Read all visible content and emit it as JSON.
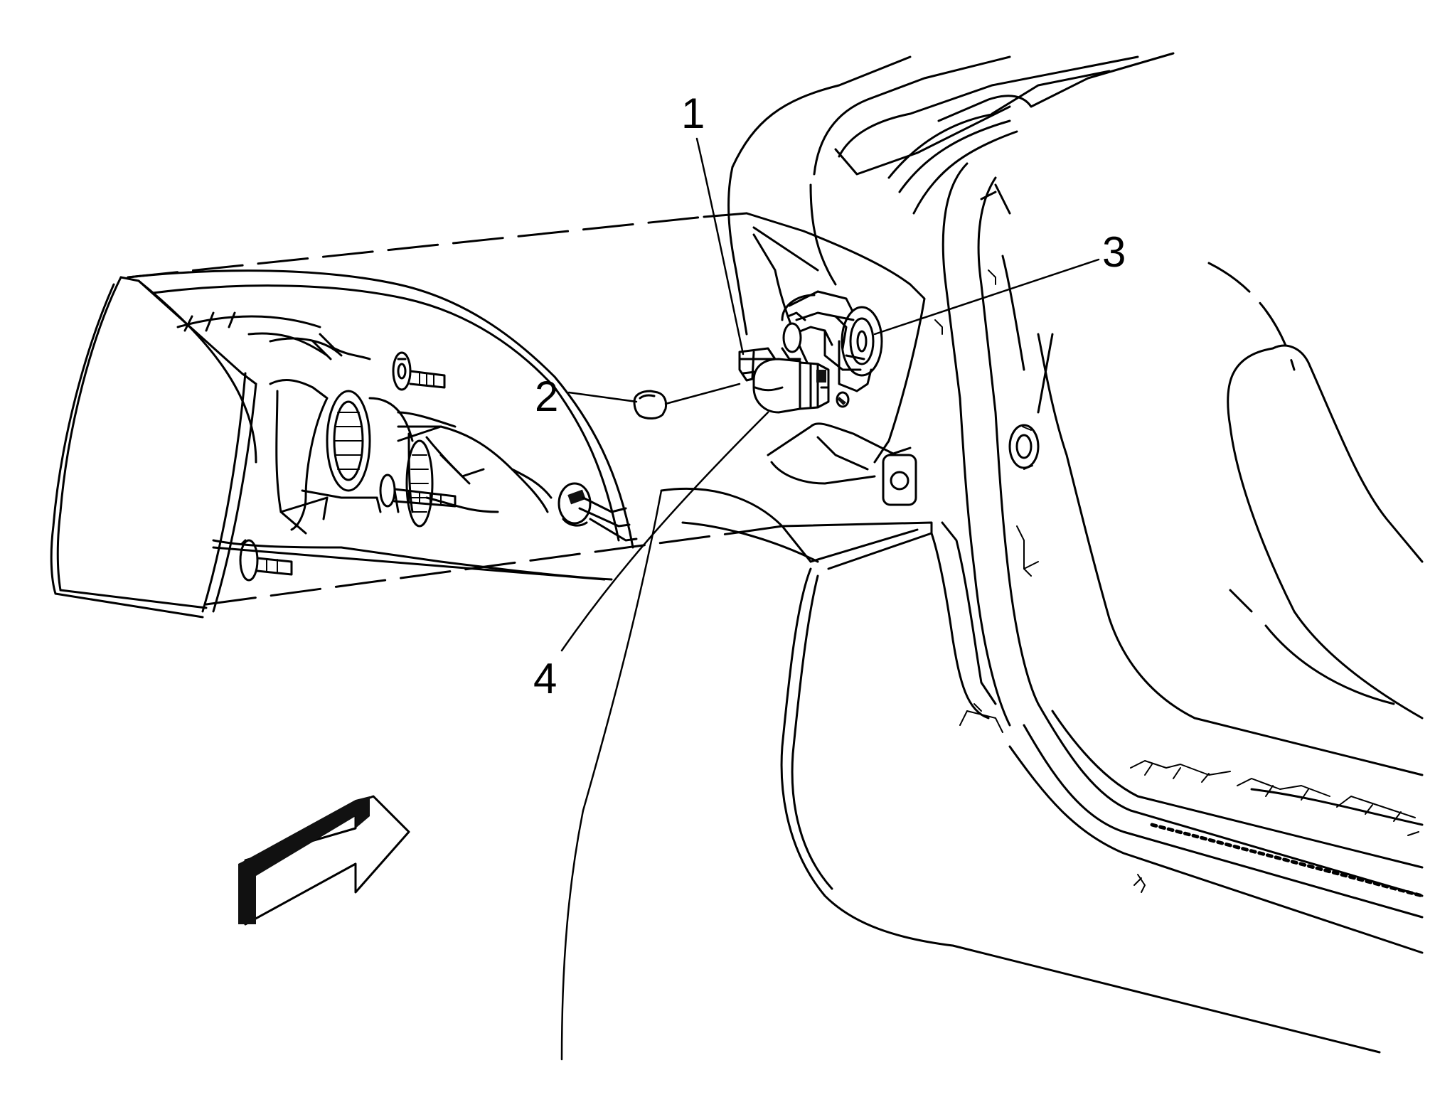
{
  "callouts": [
    {
      "id": "1",
      "label": "1"
    },
    {
      "id": "2",
      "label": "2"
    },
    {
      "id": "3",
      "label": "3"
    },
    {
      "id": "4",
      "label": "4"
    }
  ],
  "colors": {
    "line": "#000000",
    "background": "#ffffff"
  }
}
